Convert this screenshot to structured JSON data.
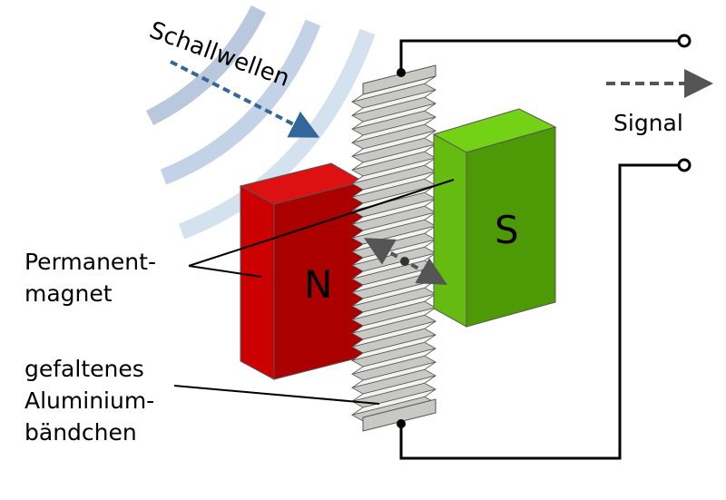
{
  "labels": {
    "sound_waves": "Schallwellen",
    "signal": "Signal",
    "magnet_line1": "Permanent-",
    "magnet_line2": "magnet",
    "ribbon_line1": "gefaltenes",
    "ribbon_line2": "Aluminium-",
    "ribbon_line3": "bändchen",
    "north_pole": "N",
    "south_pole": "S"
  },
  "colors": {
    "wave": "#b9c8dd",
    "wave_light": "#d4e1ef",
    "sound_arrow": "#336699",
    "north_front": "#aa0000",
    "north_side": "#cc0000",
    "north_top": "#dd1111",
    "south_front": "#4e9a06",
    "south_side": "#66bb11",
    "south_top": "#73d216",
    "ribbon_light": "#f2f2f0",
    "ribbon_dark": "#c8c9c4",
    "wire": "#000000",
    "signal_arrow": "#555555"
  },
  "icons": {
    "terminal": "terminal-circle-icon",
    "signal_arrow": "dashed-arrow-icon",
    "motion_arrow": "double-headed-arrow-icon"
  }
}
